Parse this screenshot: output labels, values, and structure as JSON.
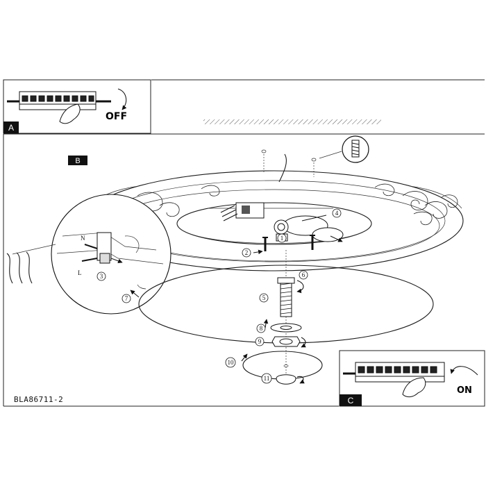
{
  "panels": {
    "a": {
      "letter": "A",
      "action": "OFF"
    },
    "b": {
      "letter": "B"
    },
    "c": {
      "letter": "C",
      "action": "ON"
    }
  },
  "wire_labels": {
    "neutral": "N",
    "live": "L"
  },
  "callouts": [
    "1",
    "2",
    "3",
    "4",
    "5",
    "6",
    "7",
    "8",
    "9",
    "10",
    "11"
  ],
  "model_code": "BLA86711-2",
  "icons": {
    "arrows": "curved-arrow-icon",
    "hand": "hand-icon",
    "screw": "wall-plug-icon"
  }
}
